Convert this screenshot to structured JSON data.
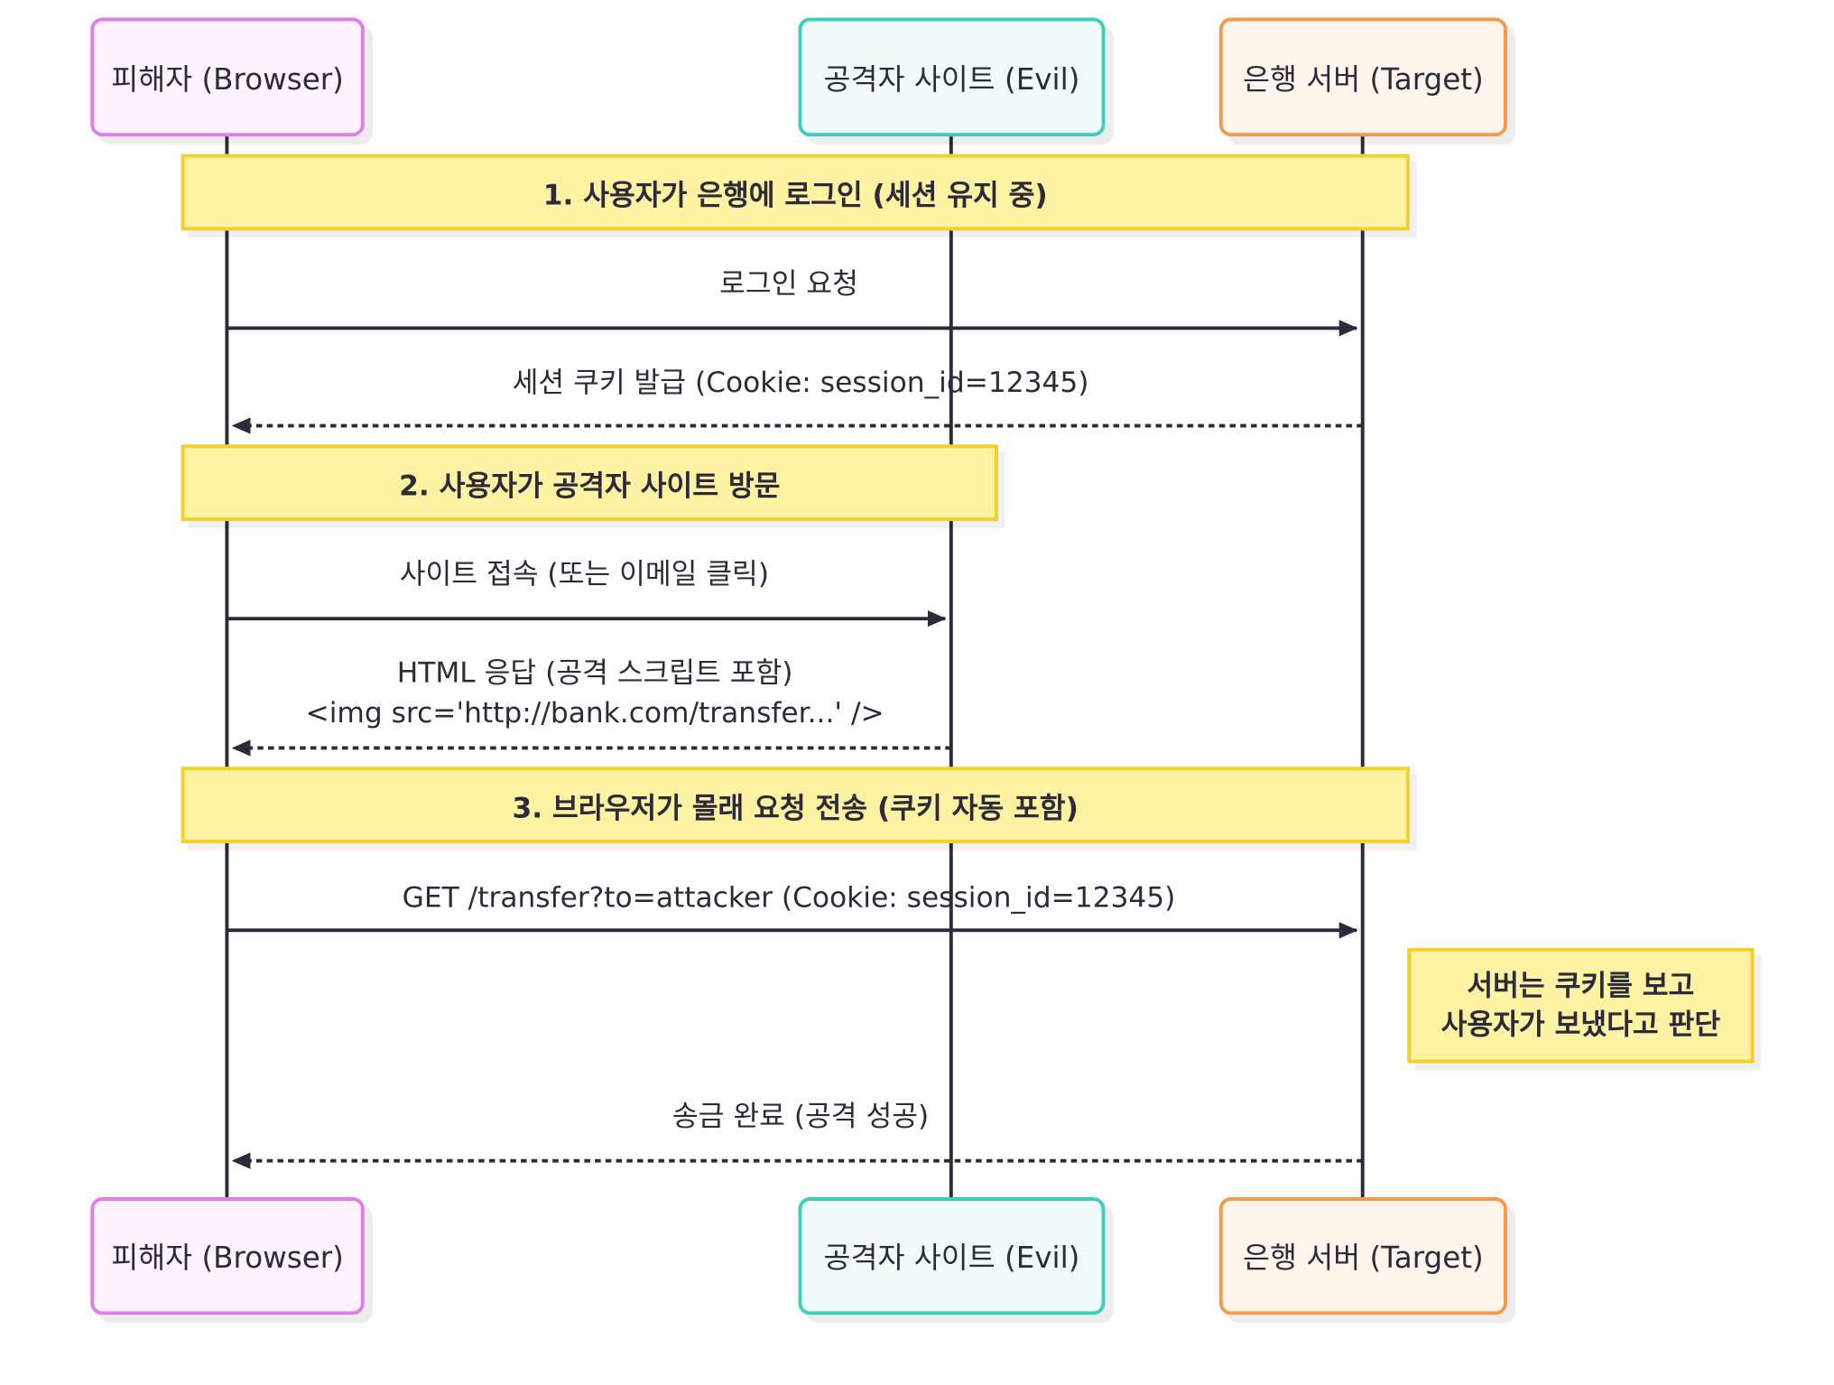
{
  "actors": {
    "browser": "피해자 (Browser)",
    "evil": "공격자 사이트 (Evil)",
    "target": "은행 서버 (Target)"
  },
  "notes": {
    "step1": "1. 사용자가 은행에 로그인 (세션 유지 중)",
    "step2": "2. 사용자가 공격자 사이트 방문",
    "step3": "3. 브라우저가 몰래 요청 전송 (쿠키 자동 포함)",
    "server_line1": "서버는 쿠키를 보고",
    "server_line2": "사용자가 보냈다고 판단"
  },
  "messages": {
    "login_request": "로그인 요청",
    "session_cookie": "세션 쿠키 발급 (Cookie: session_id=12345)",
    "site_visit": "사이트 접속 (또는 이메일 클릭)",
    "html_response_line1": "HTML 응답 (공격 스크립트 포함)",
    "html_response_line2": "<img src='http://bank.com/transfer...' />",
    "forged_request": "GET /transfer?to=attacker (Cookie: session_id=12345)",
    "transfer_done": "송금 완료 (공격 성공)"
  },
  "colors": {
    "browser_border": "#e07de8",
    "browser_fill": "#fdf2fd",
    "evil_border": "#3ccfbd",
    "evil_fill": "#effcf9",
    "target_border": "#f39a4c",
    "target_fill": "#fff5ea",
    "note_fill": "#fff3a3",
    "note_border": "#f5cf2c",
    "line": "#2b2b3a"
  }
}
